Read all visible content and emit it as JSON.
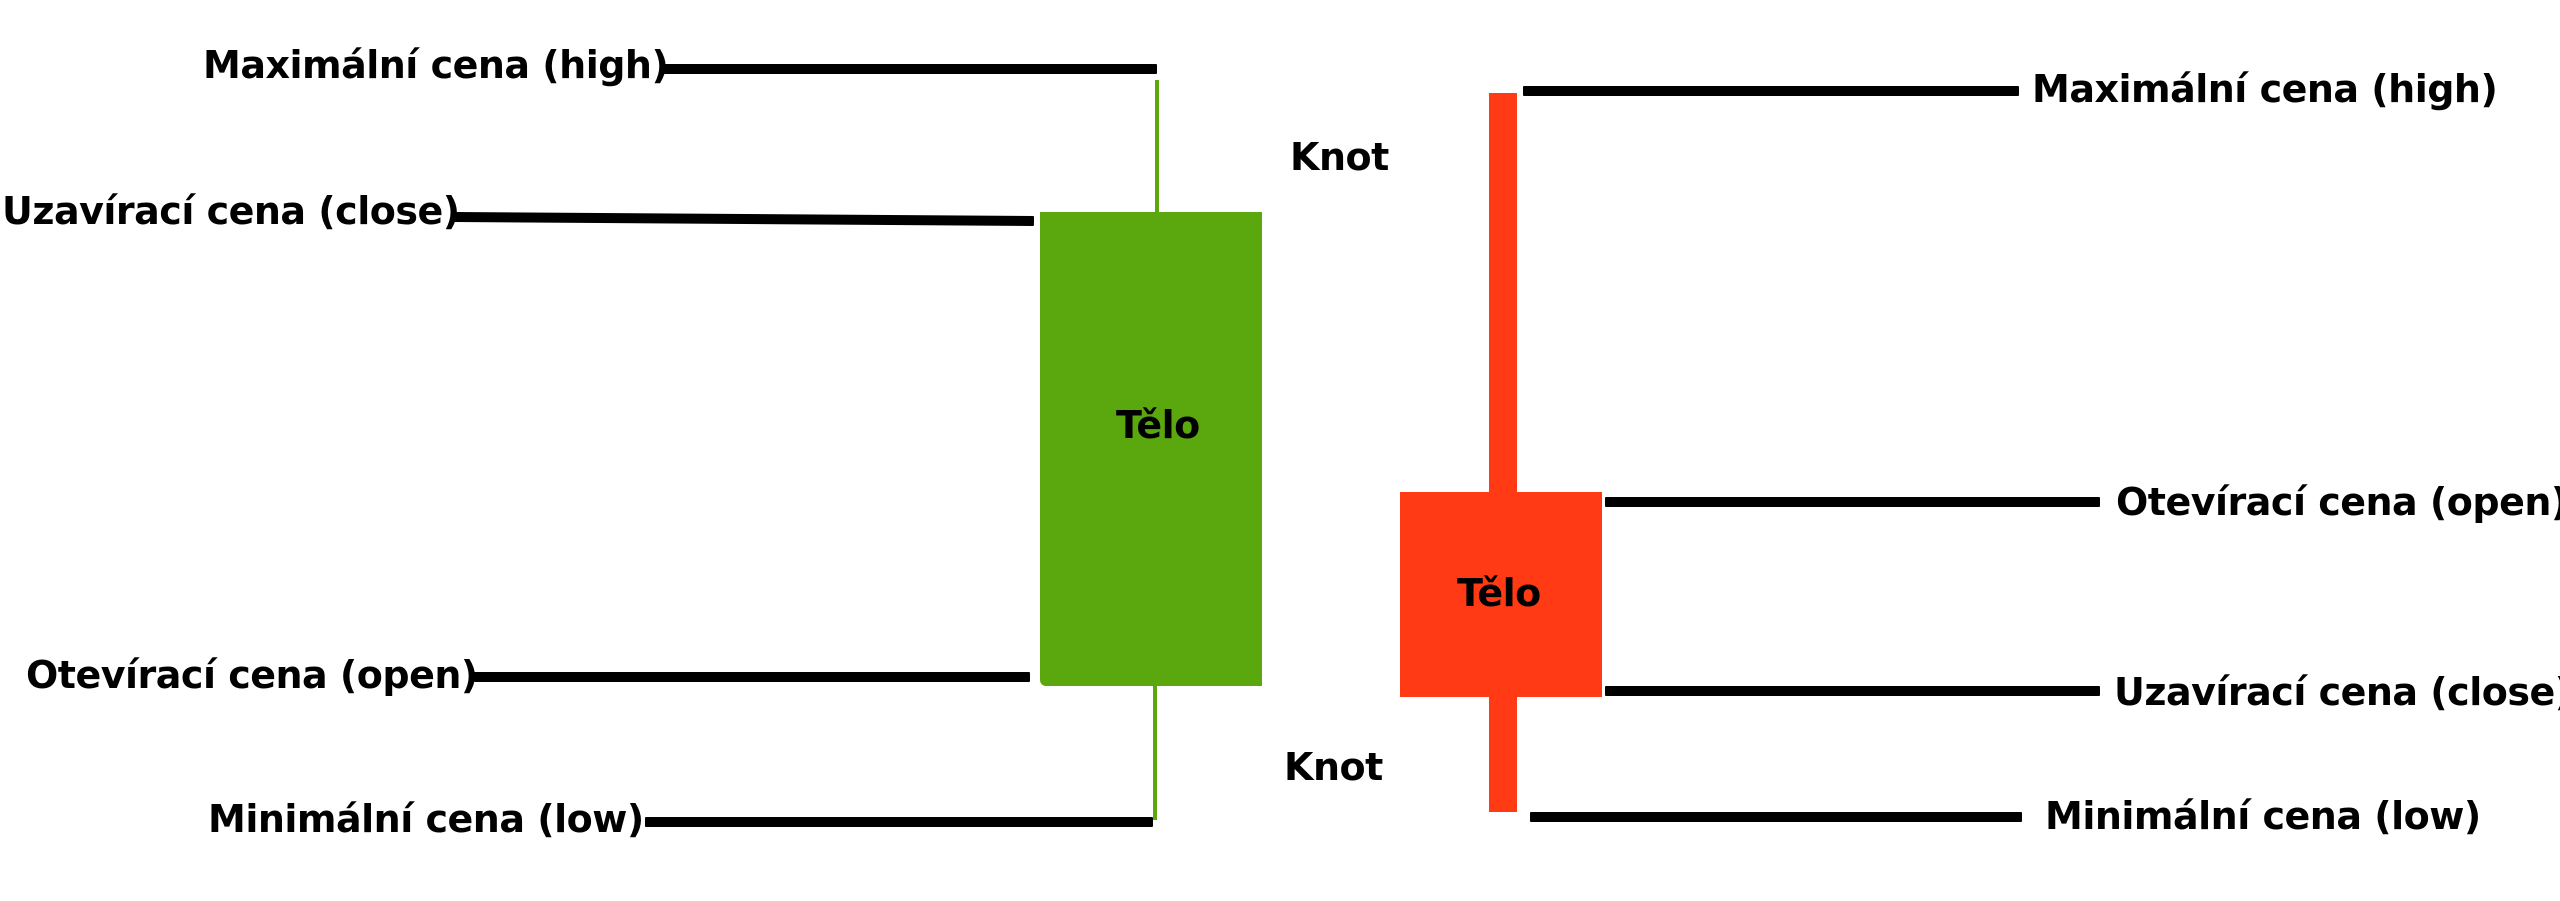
{
  "colors": {
    "bullish": "#5aa80e",
    "bearish": "#ff3a14",
    "leader": "#000000"
  },
  "bullish_candle": {
    "high_label": "Maximální cena (high)",
    "close_label": "Uzavírací cena (close)",
    "body_label": "Tělo",
    "open_label": "Otevírací cena (open)",
    "low_label": "Minimální cena (low)"
  },
  "wick_labels": {
    "upper": "Knot",
    "lower": "Knot"
  },
  "bearish_candle": {
    "high_label": "Maximální cena (high)",
    "open_label": "Otevírací cena (open)",
    "body_label": "Tělo",
    "close_label": "Uzavírací cena (close)",
    "low_label": "Minimální cena (low)"
  }
}
